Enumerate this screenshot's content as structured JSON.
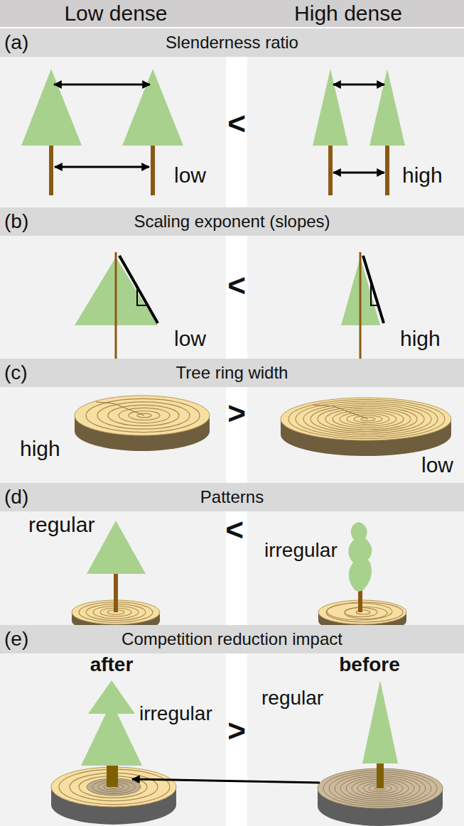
{
  "diagram": {
    "nodes": [
      {
        "text": [
          "Low dense",
          "High dense"
        ]
      },
      {
        "text": [
          "(a)",
          "Slenderness ratio"
        ]
      },
      {
        "text": [
          "(b)",
          "Scaling exponent (slopes)"
        ]
      },
      {
        "text": [
          "(c)",
          "Tree ring width"
        ]
      },
      {
        "text": [
          "(d)",
          "Patterns"
        ]
      },
      {
        "text": [
          "(e)",
          "Competition reduction impact"
        ]
      }
    ],
    "labels": [
      "low",
      "<",
      "high",
      "low",
      "<",
      "high",
      "high",
      ">",
      "low",
      "regular",
      "<",
      "irregular",
      "after",
      "irregular",
      "regular",
      "before",
      ">"
    ]
  }
}
